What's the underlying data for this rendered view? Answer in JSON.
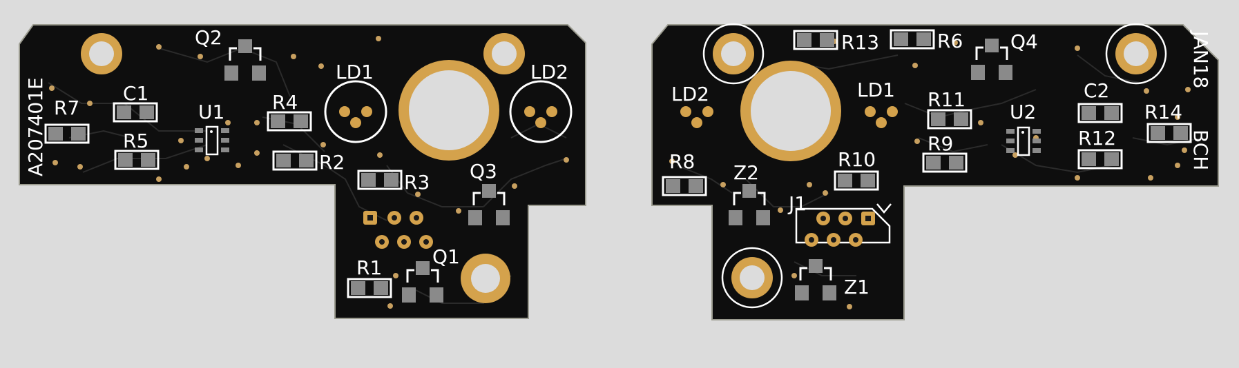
{
  "colors": {
    "background": "#dcdcdc",
    "board": "#0e0e0e",
    "board_edge": "#9c9c90",
    "trace": "#2b2b2b",
    "copper": "#d4a24c",
    "silkscreen": "#ffffff",
    "pad": "#8a8a8a"
  },
  "board_left": {
    "side_text": "A207401E",
    "refs": {
      "q2": "Q2",
      "ld1": "LD1",
      "ld2": "LD2",
      "c1": "C1",
      "r7": "R7",
      "u1": "U1",
      "r4": "R4",
      "r5": "R5",
      "r2": "R2",
      "r3": "R3",
      "q3": "Q3",
      "r1": "R1",
      "q1": "Q1"
    }
  },
  "board_right": {
    "side_text_top": "JAN18",
    "side_text_bottom": "BCH",
    "refs": {
      "r13": "R13",
      "r6": "R6",
      "q4": "Q4",
      "ld2": "LD2",
      "ld1": "LD1",
      "r11": "R11",
      "u2": "U2",
      "c2": "C2",
      "r14": "R14",
      "r9": "R9",
      "r12": "R12",
      "r8": "R8",
      "r10": "R10",
      "z2": "Z2",
      "j1": "J1",
      "z1": "Z1"
    }
  }
}
